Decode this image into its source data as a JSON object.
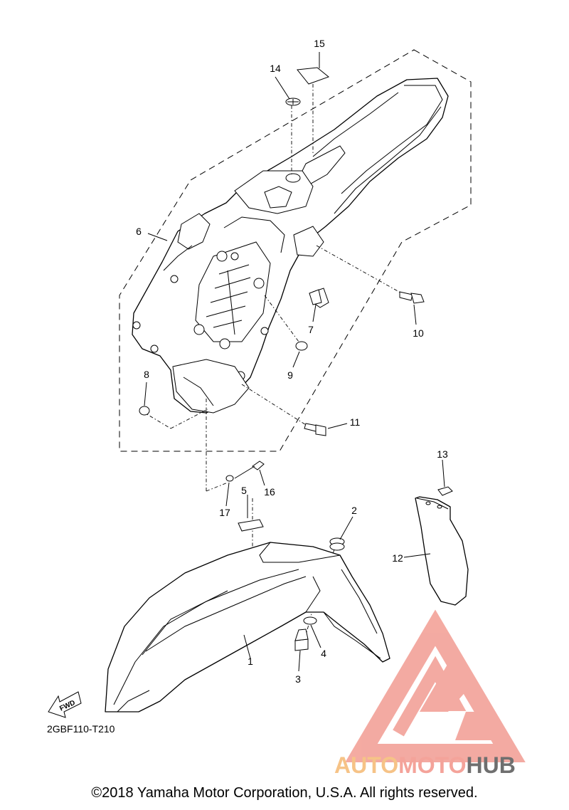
{
  "diagram": {
    "callouts": {
      "c1": "1",
      "c2": "2",
      "c3": "3",
      "c4": "4",
      "c5": "5",
      "c6": "6",
      "c7": "7",
      "c8": "8",
      "c9": "9",
      "c10": "10",
      "c11": "11",
      "c12": "12",
      "c13": "13",
      "c14": "14",
      "c15": "15",
      "c16": "16",
      "c17": "17"
    },
    "fwd_label": "FWD",
    "drawing_code": "2GBF110-T210"
  },
  "watermark": {
    "word_part1": "AUTO",
    "word_part2": "MOTO",
    "word_part3": "HUB",
    "color_orange": "#f6c387",
    "color_pink": "#f4a39a",
    "color_gray": "#6f6f6f"
  },
  "footer": {
    "copyright": "©2018 Yamaha Motor Corporation, U.S.A. All rights reserved."
  }
}
